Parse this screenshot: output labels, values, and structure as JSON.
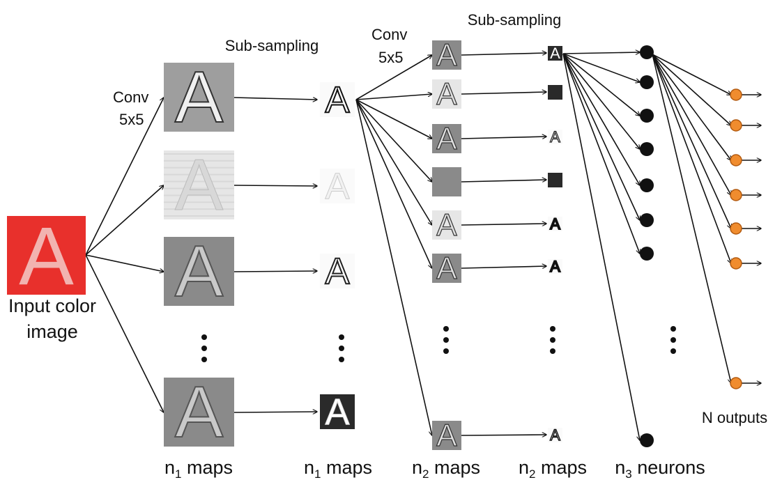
{
  "labels": {
    "input": [
      "Input color",
      "image"
    ],
    "conv1": [
      "Conv",
      "5x5"
    ],
    "subsample1": "Sub-sampling",
    "conv2": [
      "Conv",
      "5x5"
    ],
    "subsample2": "Sub-sampling",
    "outputs": "N outputs"
  },
  "columns": [
    {
      "prefix": "n",
      "sub": "1",
      "suffix": " maps"
    },
    {
      "prefix": "n",
      "sub": "1",
      "suffix": " maps"
    },
    {
      "prefix": "n",
      "sub": "2",
      "suffix": " maps"
    },
    {
      "prefix": "n",
      "sub": "2",
      "suffix": " maps"
    },
    {
      "prefix": "n",
      "sub": "3",
      "suffix": " neurons"
    }
  ],
  "colors": {
    "input_background": "#e8302c",
    "input_letter": "#f2b3b0",
    "neuron": "#111111",
    "output_fill": "#f08c2e",
    "output_stroke": "#b25a10",
    "edge": "#111111"
  },
  "letter": "A"
}
